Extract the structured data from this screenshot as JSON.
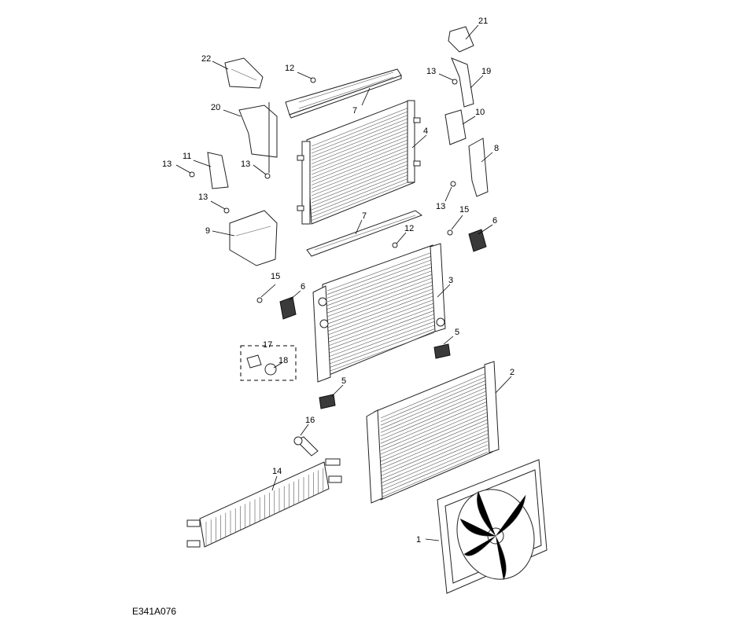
{
  "diagram": {
    "reference_code": "E341A076",
    "callouts": {
      "c1": "1",
      "c2": "2",
      "c3": "3",
      "c4": "4",
      "c5a": "5",
      "c5b": "5",
      "c6a": "6",
      "c6b": "6",
      "c7a": "7",
      "c7b": "7",
      "c8": "8",
      "c9": "9",
      "c10": "10",
      "c11": "11",
      "c12a": "12",
      "c12b": "12",
      "c13a": "13",
      "c13b": "13",
      "c13c": "13",
      "c13d": "13",
      "c13e": "13",
      "c14": "14",
      "c15a": "15",
      "c15b": "15",
      "c16": "16",
      "c17": "17",
      "c18": "18",
      "c19": "19",
      "c20": "20",
      "c21": "21",
      "c22": "22"
    }
  }
}
